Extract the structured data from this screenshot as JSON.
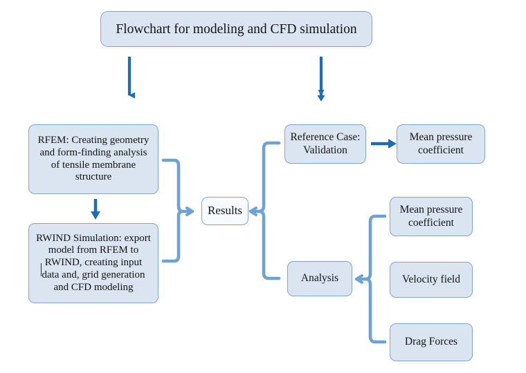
{
  "diagram": {
    "title_box": {
      "label": "Flowchart for modeling and CFD simulation"
    },
    "nodes": [
      {
        "id": "rfem",
        "label": "RFEM: Creating geometry\nand form-finding analysis\nof tensile membrane\nstructure"
      },
      {
        "id": "rwind",
        "label": "RWIND Simulation: export\nmodel from RFEM to\nRWIND, creating input\ndata and, grid generation\nand CFD modeling"
      },
      {
        "id": "results",
        "label": "Results"
      },
      {
        "id": "reference_case",
        "label": "Reference Case:\nValidation"
      },
      {
        "id": "analysis",
        "label": "Analysis"
      },
      {
        "id": "mean_pressure_validation",
        "label": "Mean pressure\ncoefficient"
      },
      {
        "id": "mean_pressure_analysis",
        "label": "Mean pressure\ncoefficient"
      },
      {
        "id": "velocity_field",
        "label": "Velocity field"
      },
      {
        "id": "drag_forces",
        "label": "Drag Forces"
      }
    ],
    "connectors": [
      {
        "id": "title-to-rfem",
        "kind": "arrow-down"
      },
      {
        "id": "title-to-reference",
        "kind": "arrow-down"
      },
      {
        "id": "rfem-to-rwind",
        "kind": "arrow-down"
      },
      {
        "id": "left-brace-to-results",
        "kind": "brace-right"
      },
      {
        "id": "results-brace-split",
        "kind": "brace-right"
      },
      {
        "id": "reference-to-mean-pressure",
        "kind": "arrow-right"
      },
      {
        "id": "analysis-brace-split",
        "kind": "brace-right"
      }
    ],
    "colors": {
      "box_fill": "#dbe5f1",
      "box_border": "#7fa5cc",
      "arrow_blue": "#1f6cb4",
      "brace_blue": "#6fa2d4",
      "text": "#131313",
      "background": "#ffffff"
    }
  }
}
